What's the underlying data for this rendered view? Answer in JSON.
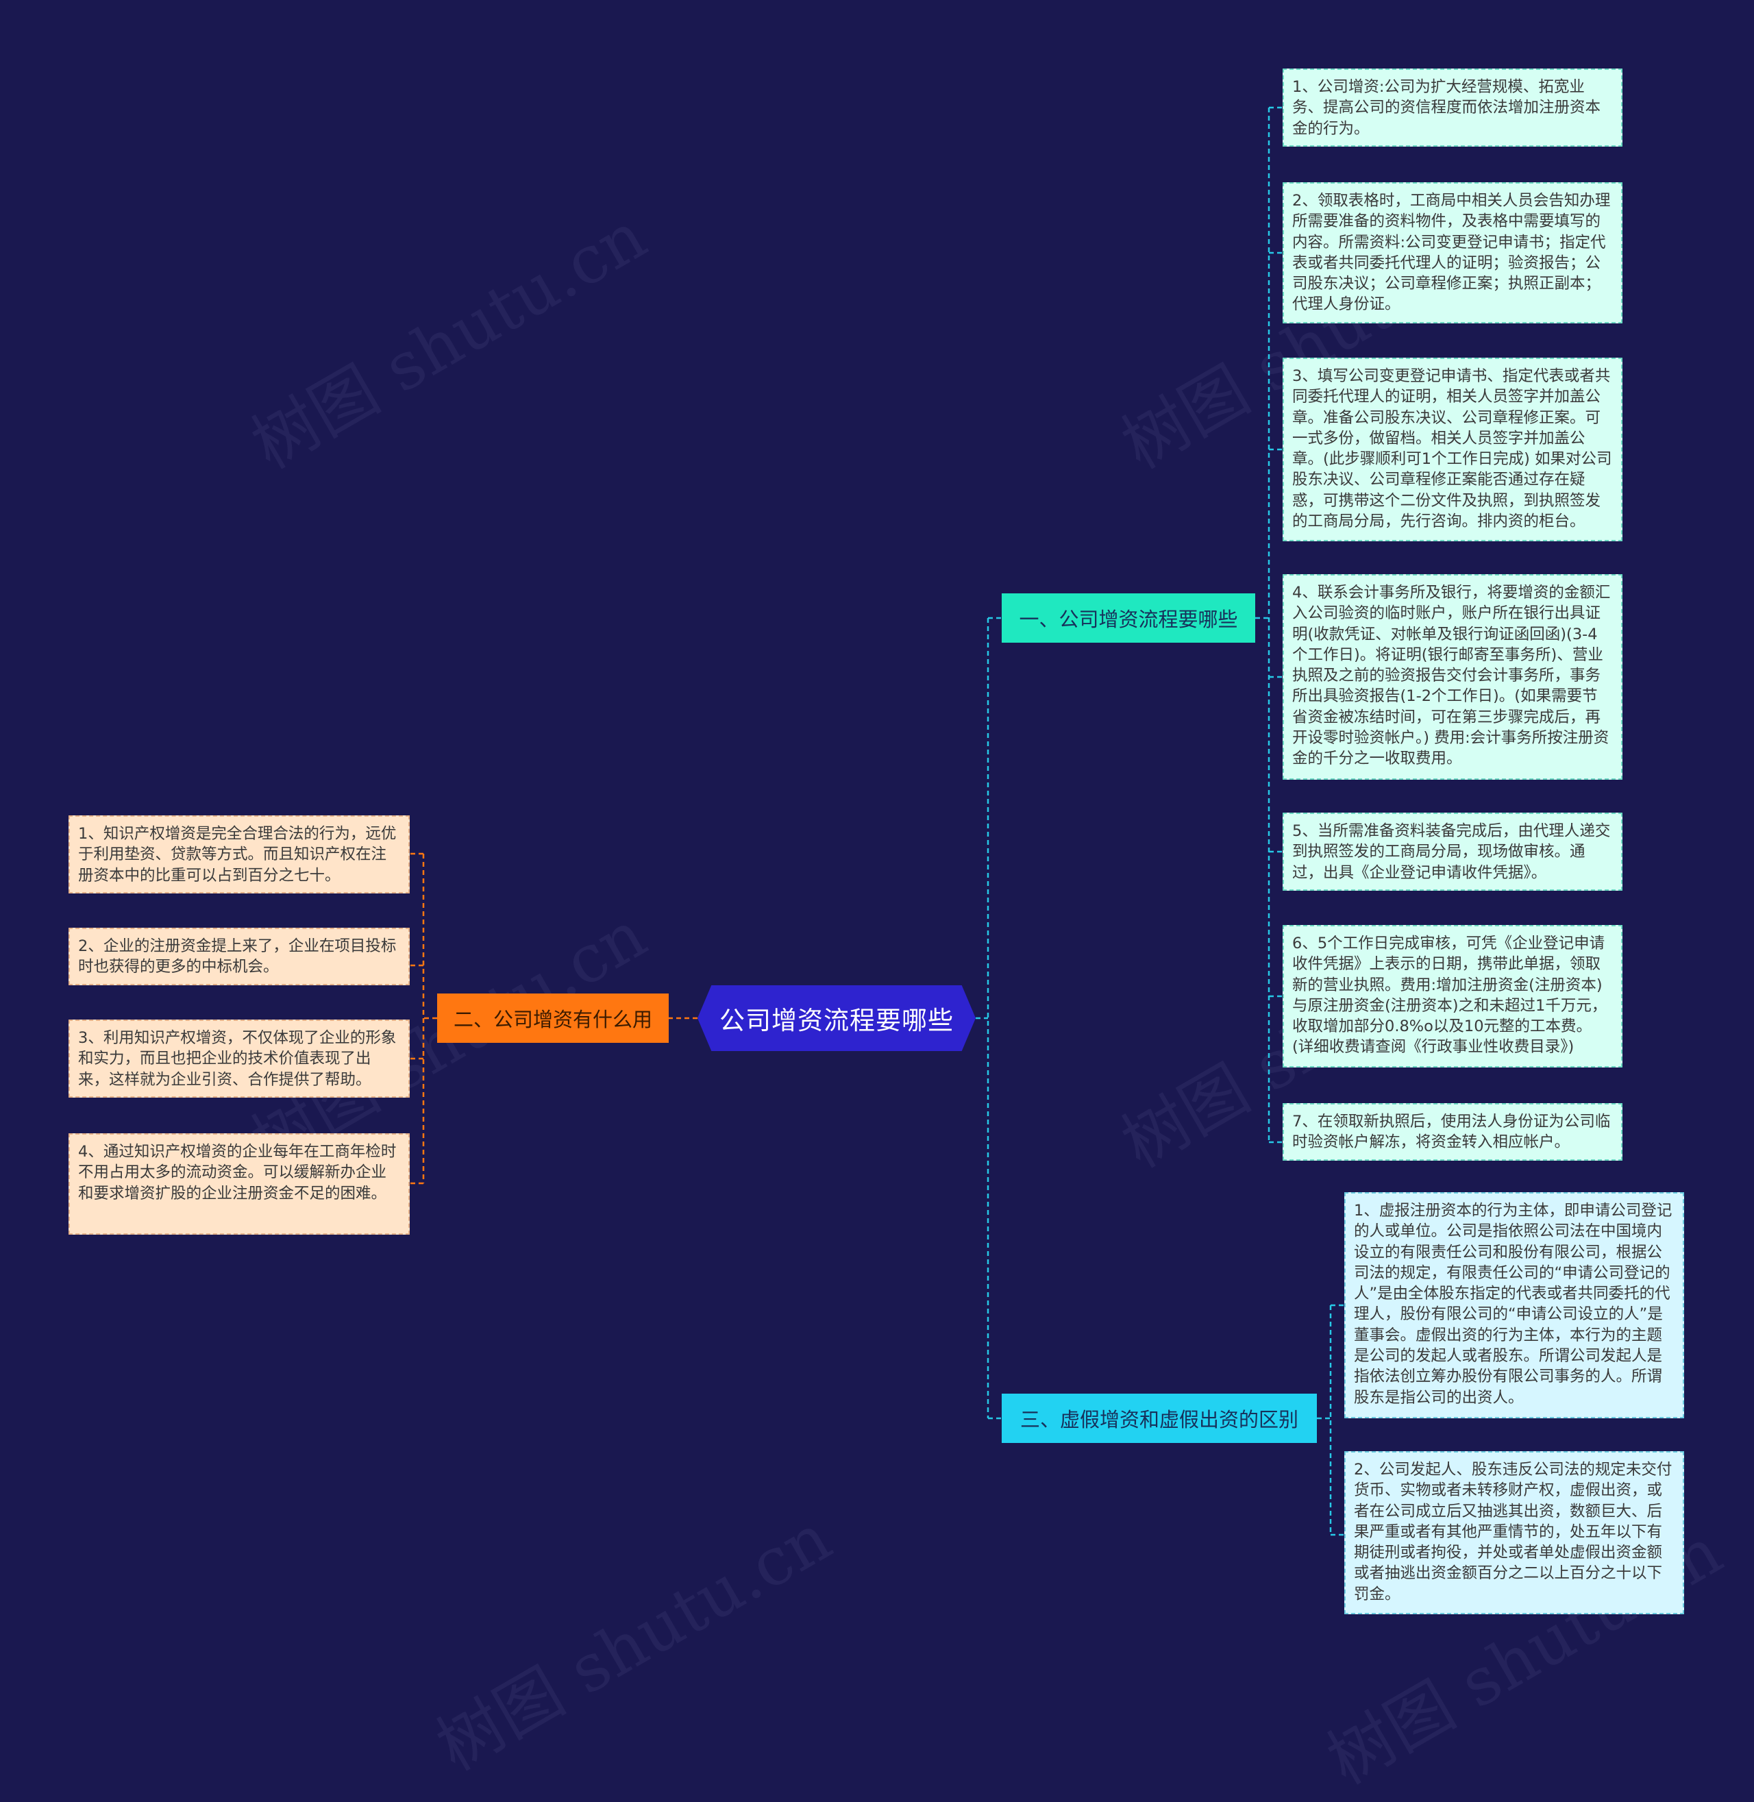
{
  "root": {
    "label": "公司增资流程要哪些"
  },
  "branches": [
    {
      "label": "一、公司增资流程要哪些",
      "items": [
        "1、公司增资:公司为扩大经营规模、拓宽业务、提高公司的资信程度而依法增加注册资本金的行为。",
        "2、领取表格时，工商局中相关人员会告知办理所需要准备的资料物件，及表格中需要填写的内容。所需资料:公司变更登记申请书；指定代表或者共同委托代理人的证明；验资报告；公司股东决议；公司章程修正案；执照正副本；代理人身份证。",
        "3、填写公司变更登记申请书、指定代表或者共同委托代理人的证明，相关人员签字并加盖公章。准备公司股东决议、公司章程修正案。可一式多份，做留档。相关人员签字并加盖公章。(此步骤顺利可1个工作日完成) 如果对公司股东决议、公司章程修正案能否通过存在疑惑，可携带这个二份文件及执照，到执照签发的工商局分局，先行咨询。排内资的柜台。",
        "4、联系会计事务所及银行，将要增资的金额汇入公司验资的临时账户，账户所在银行出具证明(收款凭证、对帐单及银行询证函回函)(3-4个工作日)。将证明(银行邮寄至事务所)、营业执照及之前的验资报告交付会计事务所，事务所出具验资报告(1-2个工作日)。(如果需要节省资金被冻结时间，可在第三步骤完成后，再开设零时验资帐户。) 费用:会计事务所按注册资金的千分之一收取费用。",
        "5、当所需准备资料装备完成后，由代理人递交到执照签发的工商局分局，现场做审核。通过，出具《企业登记申请收件凭据》。",
        "6、5个工作日完成审核，可凭《企业登记申请收件凭据》上表示的日期，携带此单据，领取新的营业执照。费用:增加注册资金(注册资本)与原注册资金(注册资本)之和未超过1千万元，收取增加部分0.8%o以及10元整的工本费。(详细收费请查阅《行政事业性收费目录》)",
        "7、在领取新执照后，使用法人身份证为公司临时验资帐户解冻，将资金转入相应帐户。"
      ]
    },
    {
      "label": "二、公司增资有什么用",
      "items": [
        "1、知识产权增资是完全合理合法的行为，远优于利用垫资、贷款等方式。而且知识产权在注册资本中的比重可以占到百分之七十。",
        "2、企业的注册资金提上来了，企业在项目投标时也获得的更多的中标机会。",
        "3、利用知识产权增资，不仅体现了企业的形象和实力，而且也把企业的技术价值表现了出来，这样就为企业引资、合作提供了帮助。",
        "4、通过知识产权增资的企业每年在工商年检时不用占用太多的流动资金。可以缓解新办企业和要求增资扩股的企业注册资金不足的困难。"
      ]
    },
    {
      "label": "三、虚假增资和虚假出资的区别",
      "items": [
        "1、虚报注册资本的行为主体，即申请公司登记的人或单位。公司是指依照公司法在中国境内设立的有限责任公司和股份有限公司，根据公司法的规定，有限责任公司的“申请公司登记的人”是由全体股东指定的代表或者共同委托的代理人，股份有限公司的“申请公司设立的人”是董事会。虚假出资的行为主体，本行为的主题是公司的发起人或者股东。所谓公司发起人是指依法创立筹办股份有限公司事务的人。所谓股东是指公司的出资人。",
        "2、公司发起人、股东违反公司法的规定未交付货币、实物或者未转移财产权，虚假出资，或者在公司成立后又抽逃其出资，数额巨大、后果严重或者有其他严重情节的，处五年以下有期徒刑或者拘役，并处或者单处虚假出资金额或者抽逃出资金额百分之二以上百分之十以下罚金。"
      ]
    }
  ],
  "watermark": "树图 shutu.cn",
  "colors": {
    "background": "#1a1850",
    "root": "#2e23cf",
    "branch1": "#1fe8c0",
    "branch2": "#ff7711",
    "branch3": "#22d2f2",
    "line_right": "#27c9e6",
    "line_left": "#ff7711"
  }
}
